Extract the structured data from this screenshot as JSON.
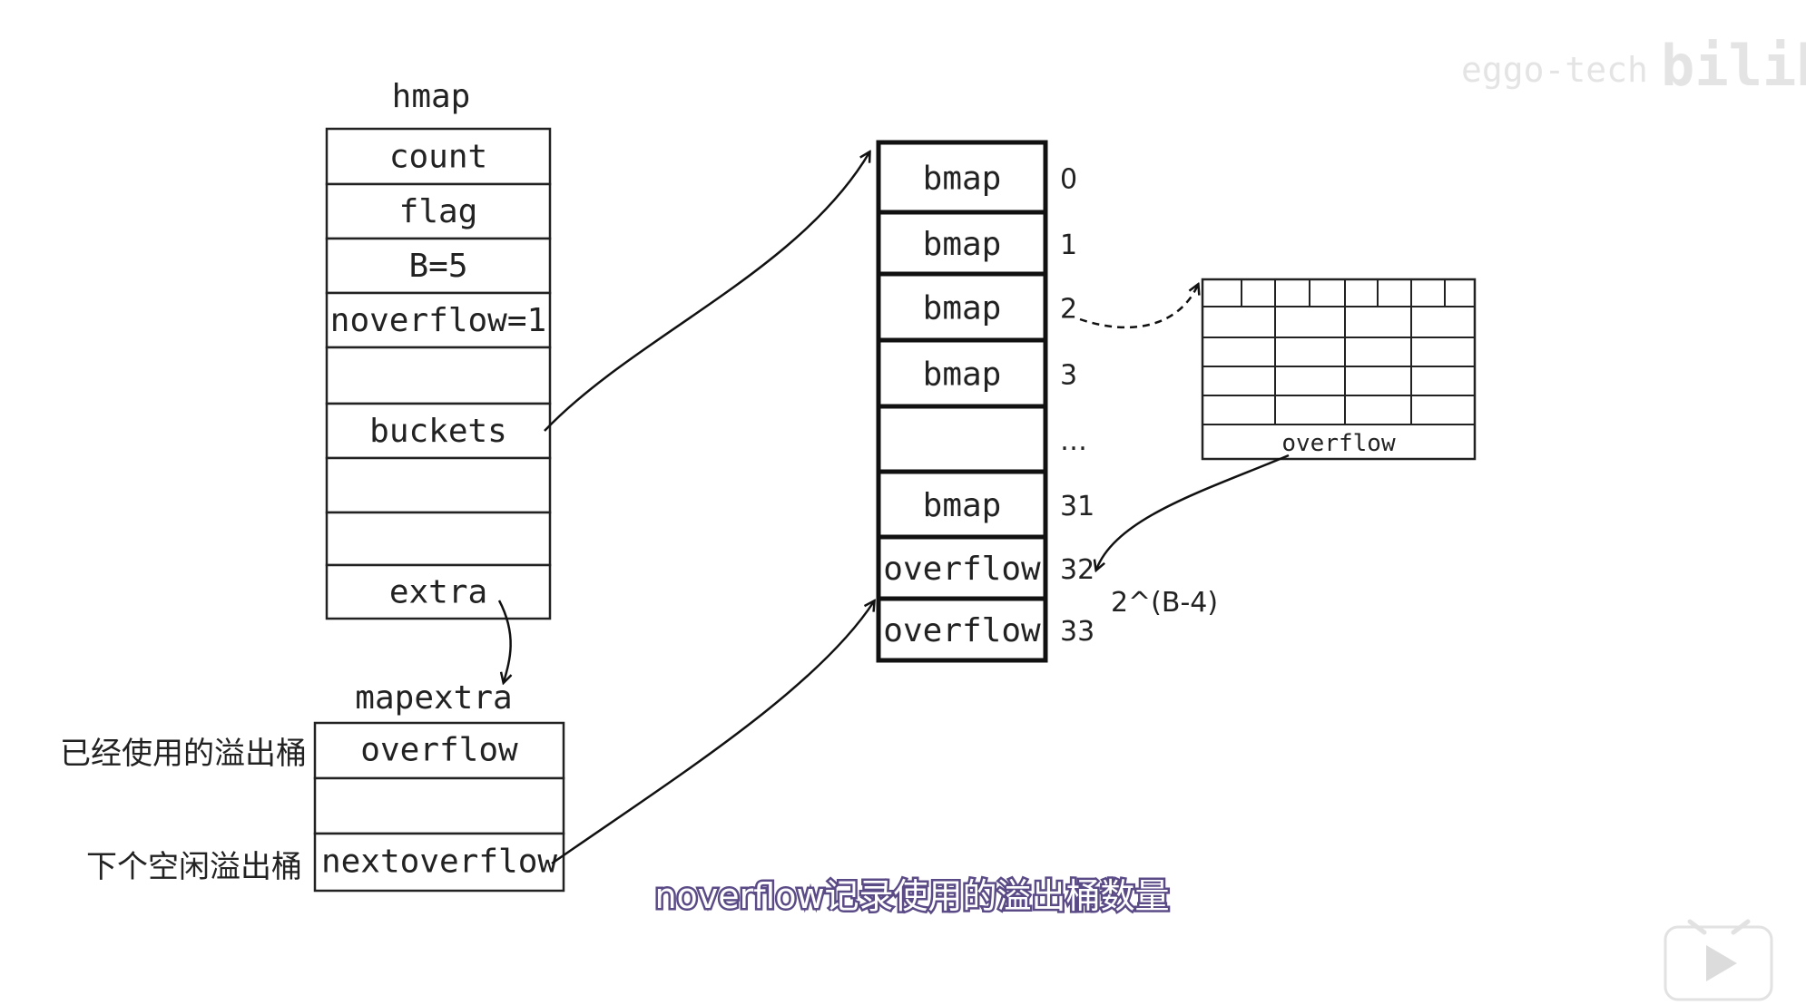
{
  "hmap": {
    "title": "hmap",
    "fields": [
      "count",
      "flag",
      "B=5",
      "noverflow=1",
      "",
      "buckets",
      "",
      "",
      "extra"
    ]
  },
  "mapextra": {
    "title": "mapextra",
    "fields": [
      "overflow",
      "",
      "nextoverflow"
    ],
    "side_labels": [
      "已经使用的溢出桶",
      "下个空闲溢出桶"
    ]
  },
  "buckets": {
    "cells": [
      "bmap",
      "bmap",
      "bmap",
      "bmap",
      "",
      "bmap",
      "overflow",
      "overflow"
    ],
    "indices": [
      "0",
      "1",
      "2",
      "3",
      "…",
      "31",
      "32",
      "33"
    ]
  },
  "overflow_grid": {
    "label": "overflow"
  },
  "annotation": "2^(B-4)",
  "subtitle": "noverflow记录使用的溢出桶数量",
  "watermark": {
    "brand": "bilibili",
    "uploader": "eggo-tech"
  },
  "player": {
    "play_icon": "play-icon"
  }
}
